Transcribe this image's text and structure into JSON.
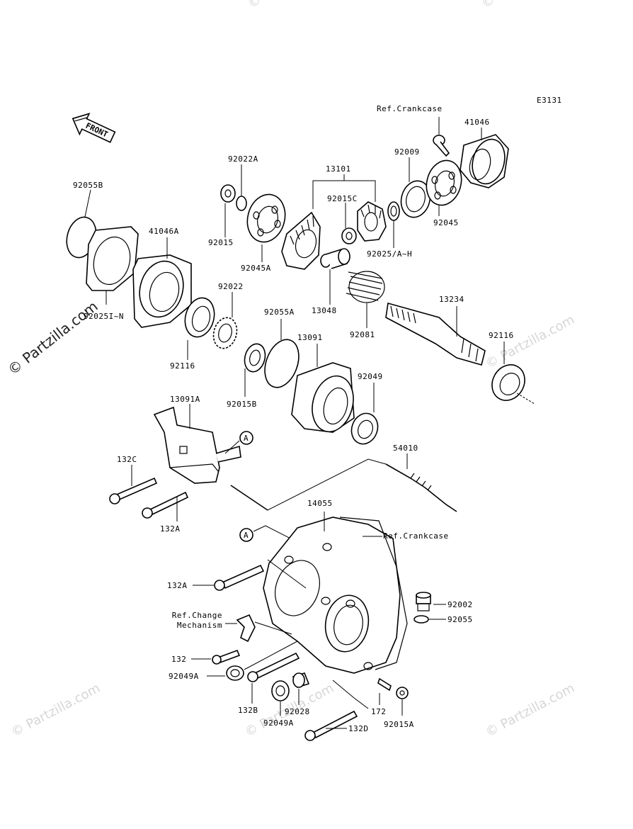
{
  "diagram_code": "E3131",
  "front_label": "FRONT",
  "watermarks": {
    "main": "© Partzilla.com",
    "tile": "© Partzilla.com"
  },
  "refs": {
    "crankcase_top": "Ref.Crankcase",
    "crankcase_mid": "Ref.Crankcase",
    "change_mechanism_1": "Ref.Change",
    "change_mechanism_2": "Mechanism"
  },
  "callouts": {
    "a1": "A",
    "a2": "A"
  },
  "labels": {
    "p92055B": "92055B",
    "p41046A": "41046A",
    "p92025I": "92025I~N",
    "p92022A": "92022A",
    "p92015": "92015",
    "p92045A": "92045A",
    "p13101": "13101",
    "p92015C": "92015C",
    "p92009": "92009",
    "p41046": "41046",
    "p92045": "92045",
    "p92025AH": "92025/A~H",
    "p13048": "13048",
    "p92081": "92081",
    "p92022": "92022",
    "p92055A": "92055A",
    "p13091": "13091",
    "p13234": "13234",
    "p92116a": "92116",
    "p92116b": "92116",
    "p92015B": "92015B",
    "p92049": "92049",
    "p13091A": "13091A",
    "p132C": "132C",
    "p132Aa": "132A",
    "p54010": "54010",
    "p14055": "14055",
    "p132Ab": "132A",
    "p92002": "92002",
    "p92055": "92055",
    "p132": "132",
    "p92049A": "92049A",
    "p132B": "132B",
    "p92028": "92028",
    "p92049Ab": "92049A",
    "p172": "172",
    "p92015A": "92015A",
    "p132D": "132D"
  }
}
